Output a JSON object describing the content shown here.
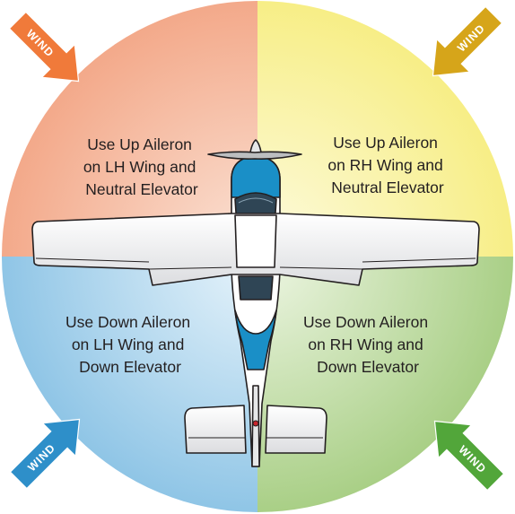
{
  "quadrants": {
    "top_left": {
      "lines": [
        "Use Up Aileron",
        "on LH Wing and",
        "Neutral Elevator"
      ],
      "color_outer": "#f3a98a",
      "color_inner": "#fbe3d6"
    },
    "top_right": {
      "lines": [
        "Use Up Aileron",
        "on RH Wing and",
        "Neutral Elevator"
      ],
      "color_outer": "#f7ee86",
      "color_inner": "#fdfbe0"
    },
    "bottom_left": {
      "lines": [
        "Use Down Aileron",
        "on LH Wing and",
        "Down Elevator"
      ],
      "color_outer": "#8fc5e6",
      "color_inner": "#e8f4fb"
    },
    "bottom_right": {
      "lines": [
        "Use Down Aileron",
        "on RH Wing and",
        "Down Elevator"
      ],
      "color_outer": "#a9cf86",
      "color_inner": "#eef6e4"
    }
  },
  "wind_arrows": {
    "top_left": {
      "label": "WIND",
      "color": "#f07a3a"
    },
    "top_right": {
      "label": "WIND",
      "color": "#d6a51a"
    },
    "bottom_left": {
      "label": "WIND",
      "color": "#2e8fc9"
    },
    "bottom_right": {
      "label": "WIND",
      "color": "#52a63a"
    }
  },
  "aircraft": {
    "accent_color": "#1a8fc7",
    "body_color": "#ffffff",
    "outline_color": "#231f20"
  }
}
